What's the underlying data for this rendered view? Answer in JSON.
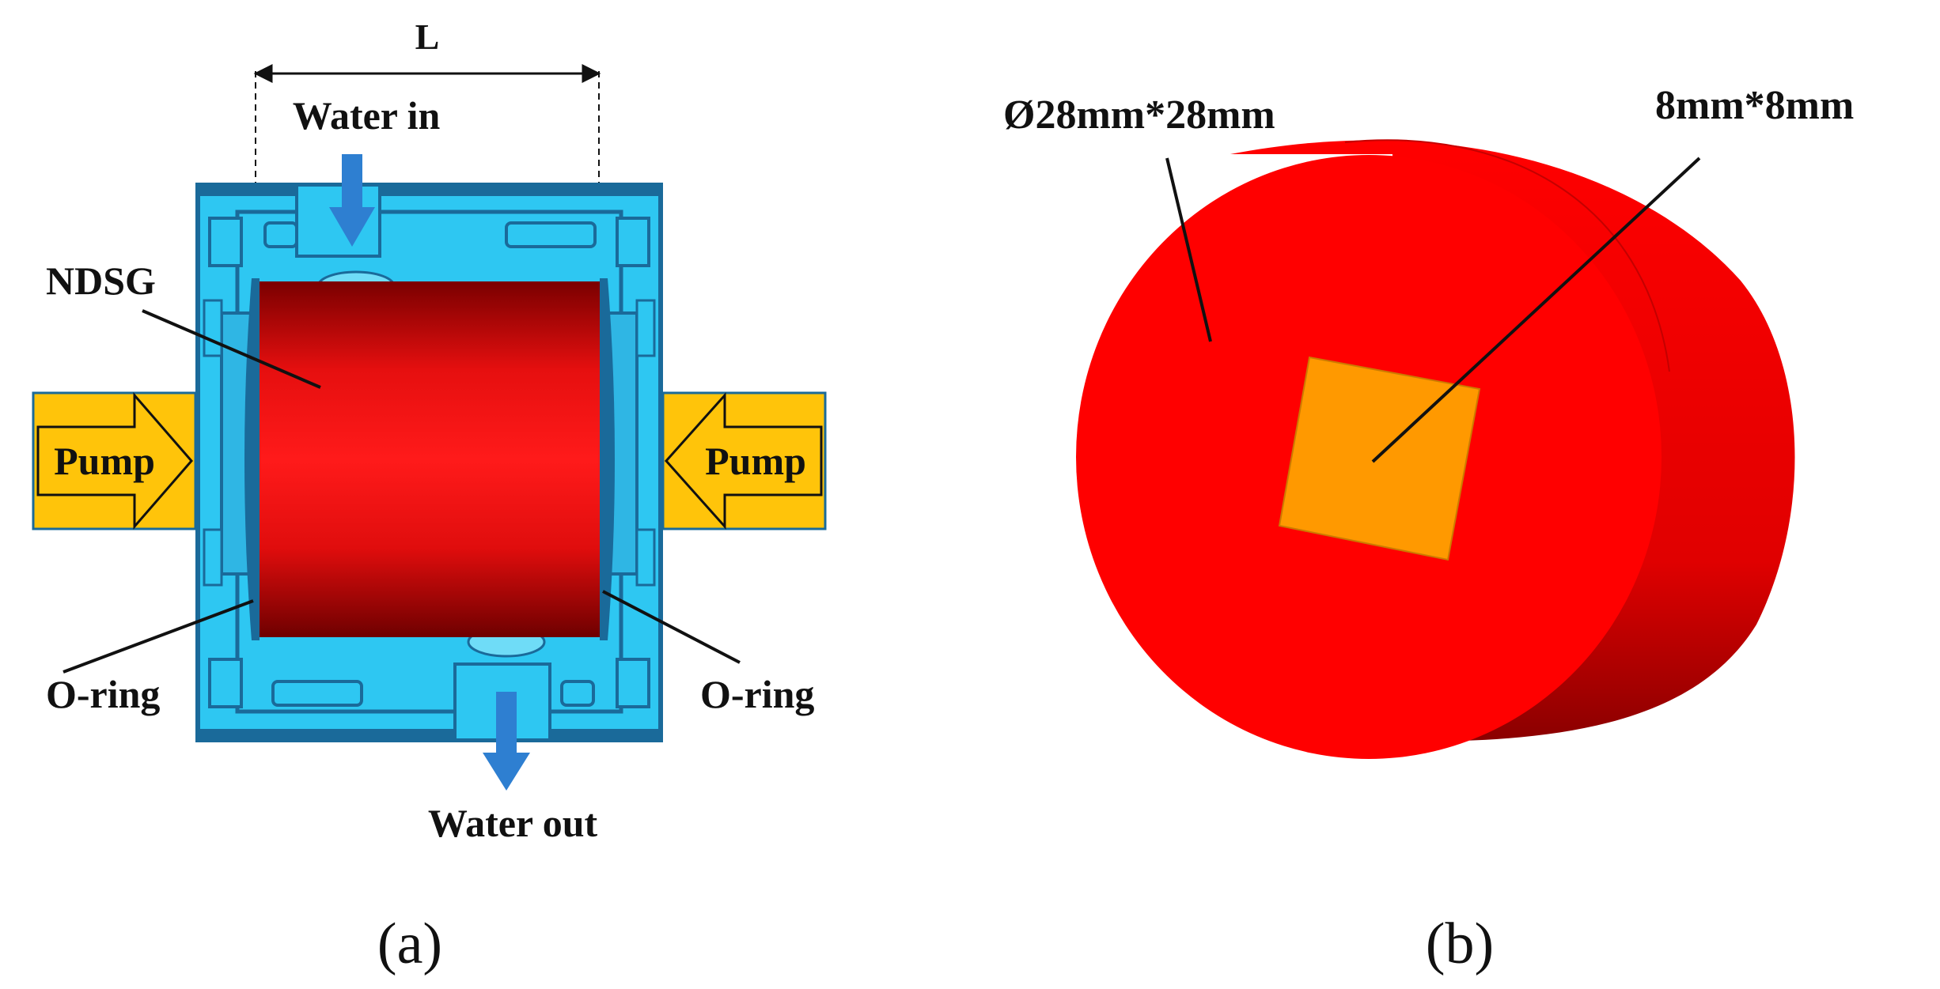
{
  "panel_a": {
    "dimension_label": "L",
    "water_in": "Water in",
    "water_out": "Water out",
    "ndsg": "NDSG",
    "pump_left": "Pump",
    "pump_right": "Pump",
    "oring_left": "O-ring",
    "oring_right": "O-ring",
    "caption": "(a)"
  },
  "panel_b": {
    "cylinder_size": "Ø28mm*28mm",
    "square_size": "8mm*8mm",
    "caption": "(b)"
  },
  "colors": {
    "housing": "#2ec7f2",
    "housing_dark": "#1a6a9a",
    "ndsg_red": "#ff1a1a",
    "ndsg_dark": "#7a0000",
    "pump_fill": "#ffc40a",
    "water_arrow": "#2e7fd1",
    "cylinder_red": "#ff0000",
    "square_orange": "#ff9900"
  }
}
